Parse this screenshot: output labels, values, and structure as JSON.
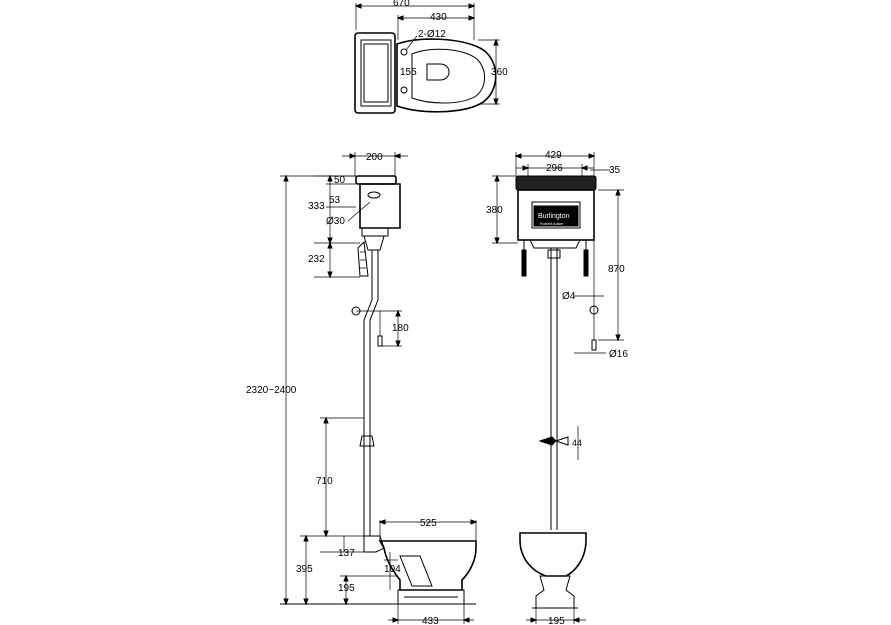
{
  "top_view": {
    "dim_overall_width": "670",
    "dim_bowl_width": "430",
    "dim_holes": "2-Ø12",
    "dim_hole_spacing": "155",
    "dim_depth": "360"
  },
  "side_view": {
    "dim_cistern_depth": "200",
    "dim_50": "50",
    "dim_53": "53",
    "dim_333": "333",
    "dim_pipe_dia": "Ø30",
    "dim_bracket": "232",
    "dim_chain_pull": "180",
    "dim_total_height": "2320~2400",
    "dim_pipe_bend": "710",
    "dim_pan_length": "525",
    "dim_137": "137",
    "dim_104": "104",
    "dim_seat_height": "395",
    "dim_outlet_height": "195",
    "dim_base_depth": "433"
  },
  "front_view": {
    "dim_cistern_width": "429",
    "dim_inner_width": "296",
    "dim_35": "35",
    "dim_cistern_height": "380",
    "dim_chain_length": "870",
    "dim_chain_dia": "Ø4",
    "dim_handle_dia": "Ø16",
    "dim_44": "44",
    "dim_base_width": "195",
    "brand_label": "Burlington",
    "brand_sub": "Robert Adam"
  }
}
